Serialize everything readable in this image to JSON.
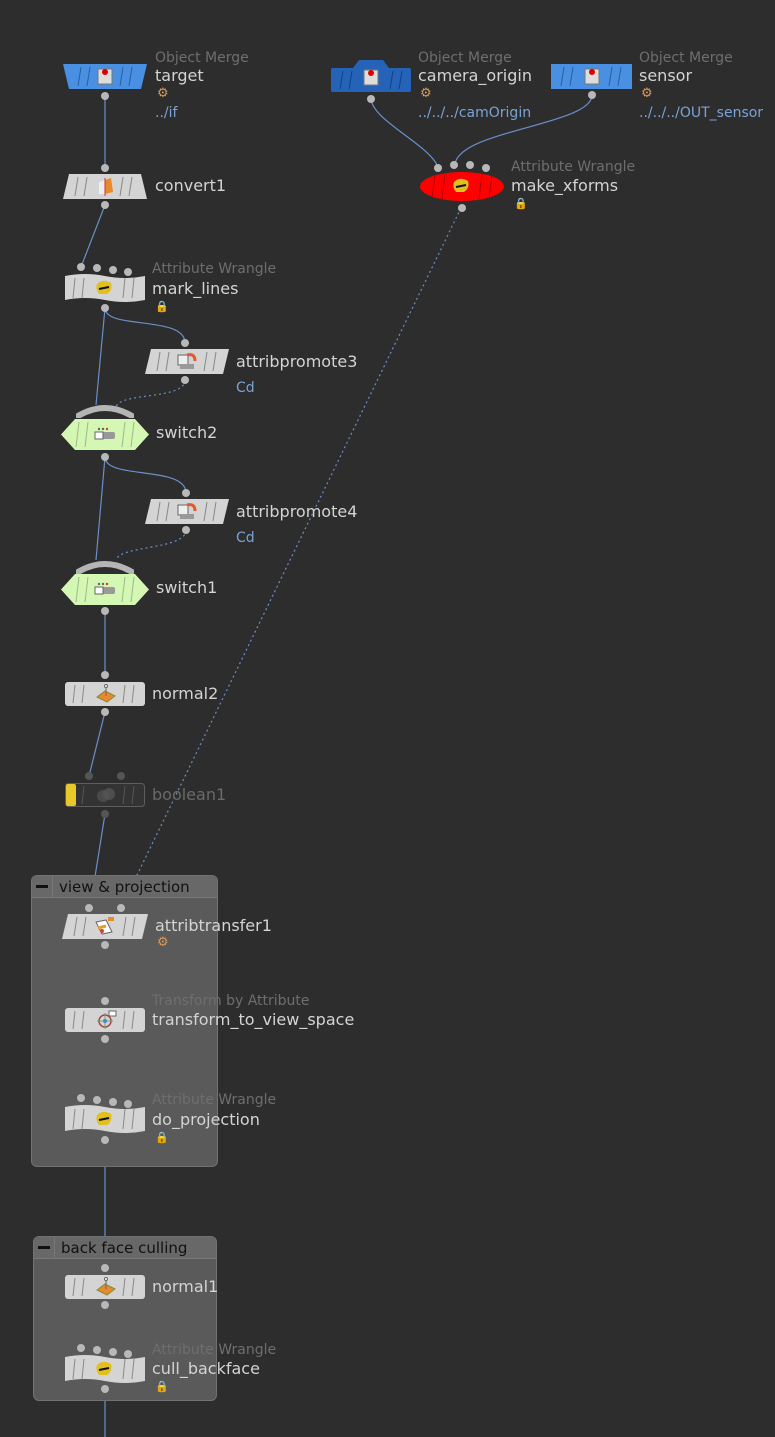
{
  "network_boxes": [
    {
      "id": "view_projection",
      "title": "view & projection"
    },
    {
      "id": "back_face_culling",
      "title": "back face culling"
    }
  ],
  "nodes": {
    "target": {
      "type": "Object Merge",
      "name": "target",
      "path": "../if",
      "badge": "gear"
    },
    "camera_origin": {
      "type": "Object Merge",
      "name": "camera_origin",
      "path": "../../../camOrigin",
      "badge": "gear"
    },
    "sensor": {
      "type": "Object Merge",
      "name": "sensor",
      "path": "../../../OUT_sensor",
      "badge": "gear"
    },
    "make_xforms": {
      "type": "Attribute Wrangle",
      "name": "make_xforms",
      "badge": "lock",
      "color": "#ff0000"
    },
    "convert1": {
      "name": "convert1"
    },
    "mark_lines": {
      "type": "Attribute Wrangle",
      "name": "mark_lines",
      "badge": "lock"
    },
    "attribpromote3": {
      "name": "attribpromote3",
      "param": "Cd"
    },
    "switch2": {
      "name": "switch2"
    },
    "attribpromote4": {
      "name": "attribpromote4",
      "param": "Cd"
    },
    "switch1": {
      "name": "switch1"
    },
    "normal2": {
      "name": "normal2"
    },
    "boolean1": {
      "name": "boolean1",
      "bypassed": true
    },
    "attribtransfer1": {
      "name": "attribtransfer1",
      "badge": "gear"
    },
    "transform_to_view_space": {
      "type": "Transform by Attribute",
      "name": "transform_to_view_space"
    },
    "do_projection": {
      "type": "Attribute Wrangle",
      "name": "do_projection",
      "badge": "lock"
    },
    "normal1": {
      "name": "normal1"
    },
    "cull_backface": {
      "type": "Attribute Wrangle",
      "name": "cull_backface",
      "badge": "lock"
    }
  },
  "icons": {
    "gear": "⚙",
    "lock": "🔒"
  },
  "colors": {
    "background": "#2d2d2d",
    "wire": "#6a8fc7",
    "object_merge_blue": "#4a90e2",
    "camera_blue": "#2563b8",
    "switch_green": "#d5f7b4",
    "node_gray": "#d4d4d4",
    "error_red": "#ff0000",
    "bypass_yellow": "#e8c929"
  }
}
